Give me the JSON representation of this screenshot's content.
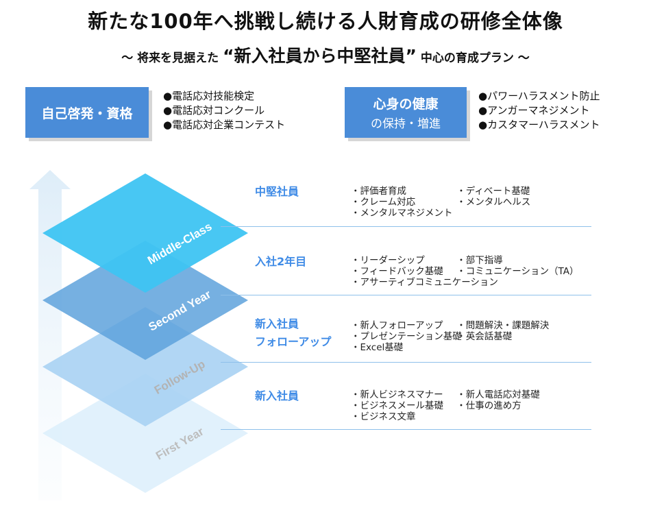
{
  "header": {
    "title": "新たな100年へ挑戦し続ける人財育成の研修全体像",
    "subtitle_pre": "～ 将来を見据えた",
    "subtitle_main": "“新入社員から中堅社員”",
    "subtitle_post": "中心の育成プラン ～"
  },
  "top_boxes": [
    {
      "label_line1": "自己啓発・資格",
      "label_line2": "",
      "bullets": [
        "●電話応対技能検定",
        "●電話応対コンクール",
        "●電話応対企業コンテスト"
      ]
    },
    {
      "label_line1": "心身の健康",
      "label_line2": "の保持・増進",
      "bullets": [
        "●パワーハラスメント防止",
        "●アンガーマネジメント",
        "●カスタマーハラスメント"
      ]
    }
  ],
  "levels": [
    {
      "name": "Middle-Class",
      "color": "#3ec4f2",
      "title_lines": [
        "中堅社員"
      ],
      "left_items": [
        "・評価者育成",
        "・クレーム対応",
        "・メンタルマネジメント"
      ],
      "right_items": [
        "・ディベート基礎",
        "・メンタルヘルス"
      ]
    },
    {
      "name": "Second Year",
      "color": "#5ea2dc",
      "title_lines": [
        "入社2年目"
      ],
      "left_items": [
        "・リーダーシップ",
        "・フィードバック基礎",
        "・アサーティブコミュニケーション"
      ],
      "right_items": [
        "・部下指導",
        "・コミュニケーション（TA）"
      ]
    },
    {
      "name": "Follow-Up",
      "color": "#a9d2f3",
      "title_lines": [
        "新入社員",
        "フォローアップ"
      ],
      "left_items": [
        "・新人フォローアップ",
        "・プレゼンテーション基礎",
        "・Excel基礎"
      ],
      "right_items": [
        "・問題解決・課題解決",
        "・英会話基礎"
      ]
    },
    {
      "name": "First Year",
      "color": "#dceefb",
      "title_lines": [
        "新入社員"
      ],
      "left_items": [
        "・新人ビジネスマナー",
        "・ビジネスメール基礎",
        "・ビジネス文章"
      ],
      "right_items": [
        "・新人電話応対基礎",
        "・仕事の進め方"
      ]
    }
  ],
  "colors": {
    "accent": "#4a8cd8",
    "level_title": "#3f8be6",
    "separator": "#8ec0ea"
  }
}
